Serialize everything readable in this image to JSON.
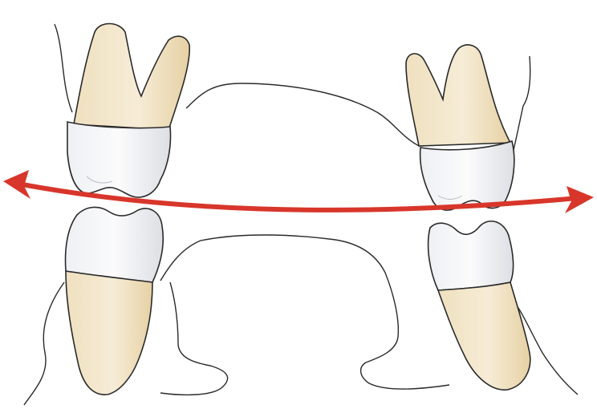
{
  "diagram": {
    "colors": {
      "background": "#ffffff",
      "root": "#f3e6c9",
      "root_shadow": "#e7d3a8",
      "crown": "#f3f4f6",
      "crown_shadow": "#d9dbe0",
      "outline": "#2a2a2a",
      "gum_line": "#2a2a2a",
      "arrow": "#d8362b"
    },
    "elements": [
      {
        "id": "upper-left-molar",
        "kind": "maxillary-molar"
      },
      {
        "id": "upper-right-molar",
        "kind": "maxillary-molar"
      },
      {
        "id": "lower-left-molar",
        "kind": "mandibular-molar"
      },
      {
        "id": "lower-right-molar",
        "kind": "mandibular-molar"
      },
      {
        "id": "maxillary-arch-outline",
        "kind": "gingiva-palate-outline"
      },
      {
        "id": "mandibular-arch-outline",
        "kind": "gingiva-floor-outline"
      },
      {
        "id": "occlusal-curve-arrow",
        "kind": "double-headed-arrow"
      }
    ]
  }
}
